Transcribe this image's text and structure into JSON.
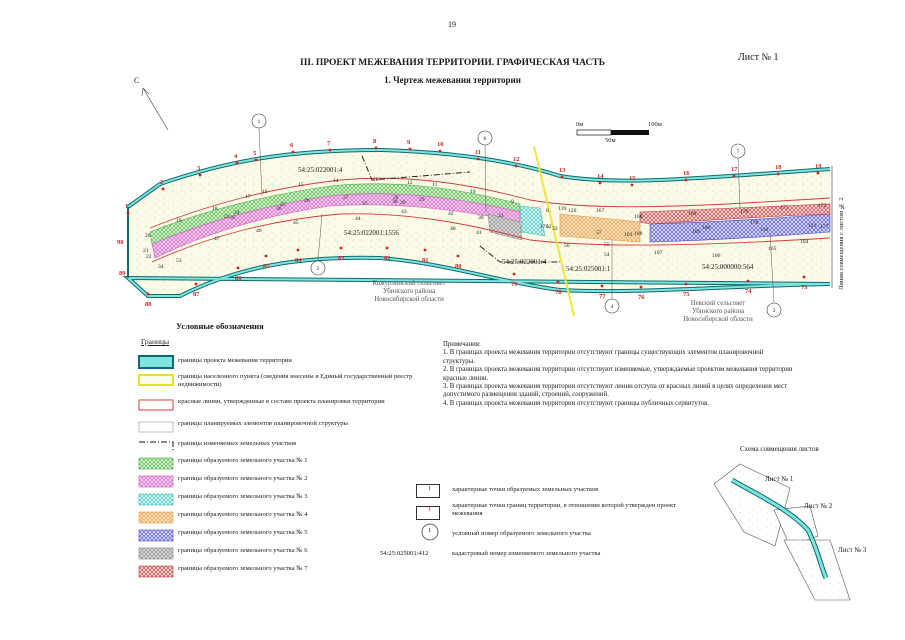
{
  "header": {
    "page_number": "19",
    "sheet": "Лист № 1",
    "title": "III. ПРОЕКТ МЕЖЕВАНИЯ ТЕРРИТОРИИ. ГРАФИЧЕСКАЯ ЧАСТЬ",
    "subtitle": "1. Чертеж межевания территории"
  },
  "map": {
    "north_label": "С",
    "scale": {
      "left": "0м",
      "right": "100м",
      "middle": "50м"
    },
    "cadastral_labels": [
      "54:25:022001:4",
      "54:25:022001:1556",
      "54:25:022001:4",
      "54:25:025001:1",
      "54:25:000000:564"
    ],
    "village_left": [
      "Кожурлинский сельсовет",
      "Убинского района",
      "Новосибирской области"
    ],
    "village_right": [
      "Невский сельсовет",
      "Убинского района",
      "Новосибирской области"
    ],
    "side_label": "Линия совмещения с листом № 2",
    "circle_numbers": [
      "1",
      "2",
      "6",
      "4",
      "7",
      "3"
    ],
    "red_points_top": [
      "1",
      "2",
      "3",
      "4",
      "5",
      "6",
      "7",
      "8",
      "9",
      "10",
      "11",
      "12",
      "13",
      "14",
      "15",
      "16",
      "17",
      "18",
      "19"
    ],
    "red_points_bottom": [
      "88",
      "87",
      "86",
      "85",
      "84",
      "83",
      "82",
      "81",
      "80",
      "79",
      "78",
      "77",
      "76",
      "75",
      "74",
      "73"
    ],
    "red_points_left": [
      "90",
      "89"
    ],
    "black_points": [
      "20",
      "19",
      "18",
      "17",
      "16",
      "15",
      "14",
      "13",
      "12",
      "11",
      "10",
      "9",
      "8",
      "119",
      "120",
      "167",
      "168",
      "169",
      "170",
      "171",
      "172",
      "21",
      "22",
      "23",
      "24",
      "25",
      "26",
      "27",
      "28",
      "29",
      "30",
      "31",
      "32",
      "33",
      "34",
      "35",
      "36",
      "37",
      "38",
      "39",
      "40",
      "41",
      "42",
      "43",
      "44",
      "45",
      "46",
      "47",
      "53",
      "54",
      "55",
      "56",
      "57",
      "103",
      "104",
      "105",
      "106",
      "107",
      "108",
      "109",
      "110",
      "121",
      "176",
      "177",
      "178",
      "180"
    ]
  },
  "legend": {
    "title": "Условные обозначения",
    "group": "Границы",
    "items": [
      {
        "label": "границы проекта межевания территории"
      },
      {
        "label": "границы населенного пункта (сведения внесены в Единый государственный реестр недвижимости)"
      },
      {
        "label": "красные линии, утвержденные в составе проекта планировки территории"
      },
      {
        "label": "границы планируемых элементов планировочной структуры"
      },
      {
        "label": "границы изменяемых земельных участков"
      },
      {
        "label": "границы образуемого земельного участка № 1"
      },
      {
        "label": "границы образуемого земельного участка № 2"
      },
      {
        "label": "границы образуемого земельного участка № 3"
      },
      {
        "label": "границы образуемого земельного участка № 4"
      },
      {
        "label": "границы образуемого земельного участка № 5"
      },
      {
        "label": "границы образуемого земельного участка № 6"
      },
      {
        "label": "границы образуемого земельного участка № 7"
      }
    ],
    "symbols": {
      "char_points_formed": "характерные точки образуемых земельных участков",
      "char_points_boundary": "характерные точки границ территории, в отношении которой утвержден проект межевания",
      "circle_number": "условный номер образуемого земельного участка",
      "cadastral_example": "54:25:025001:412",
      "cadastral_text": "кадастровый номер изменяемого земельного участка",
      "sample_point": "1"
    }
  },
  "notes": {
    "title": "Примечания:",
    "items": [
      "1. В границах проекта межевания территории отсутствуют границы существующих элементов планировочной структуры.",
      "2. В границах проекта межевания территории отсутствуют изменяемые, утверждаемые проектом межевания территории красные линии.",
      "3. В границах проекта межевания территории отсутствуют линии отступа от красных линий в целях определения мест допустимого размещения зданий, строений, сооружений.",
      "4. В границах проекта межевания территории отсутствуют границы публичных сервитутов."
    ]
  },
  "scheme": {
    "title": "Схема совмещения листов",
    "sheets": [
      "Лист № 1",
      "Лист № 2",
      "Лист № 3"
    ]
  }
}
